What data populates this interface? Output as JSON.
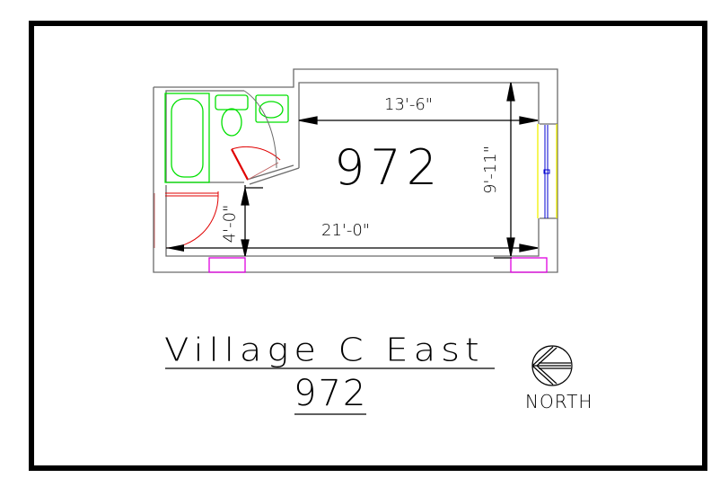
{
  "drawing": {
    "title": "Village C East",
    "room_number_subtitle": "972",
    "room_label": "972",
    "north_label": "NORTH"
  },
  "dimensions": {
    "top_width": "13'-6\"",
    "overall_length": "21'-0\"",
    "right_depth": "9'-11\"",
    "entry_depth": "4'-0\""
  },
  "fixtures": {
    "bathroom": [
      "bathtub",
      "sink",
      "toilet",
      "shower-sink"
    ],
    "doors": [
      "bathroom-door",
      "closet-door"
    ],
    "windows": [
      "east-window"
    ],
    "heaters": [
      "baseboard-heater-left",
      "baseboard-heater-right"
    ]
  },
  "colors": {
    "walls": "#6b6b6b",
    "fixtures": "#00e000",
    "doors": "#e00000",
    "window_frame": "#f0f000",
    "window_glass": "#0000d0",
    "heaters": "#e000e0",
    "dimensions": "#000000",
    "border": "#000000"
  }
}
